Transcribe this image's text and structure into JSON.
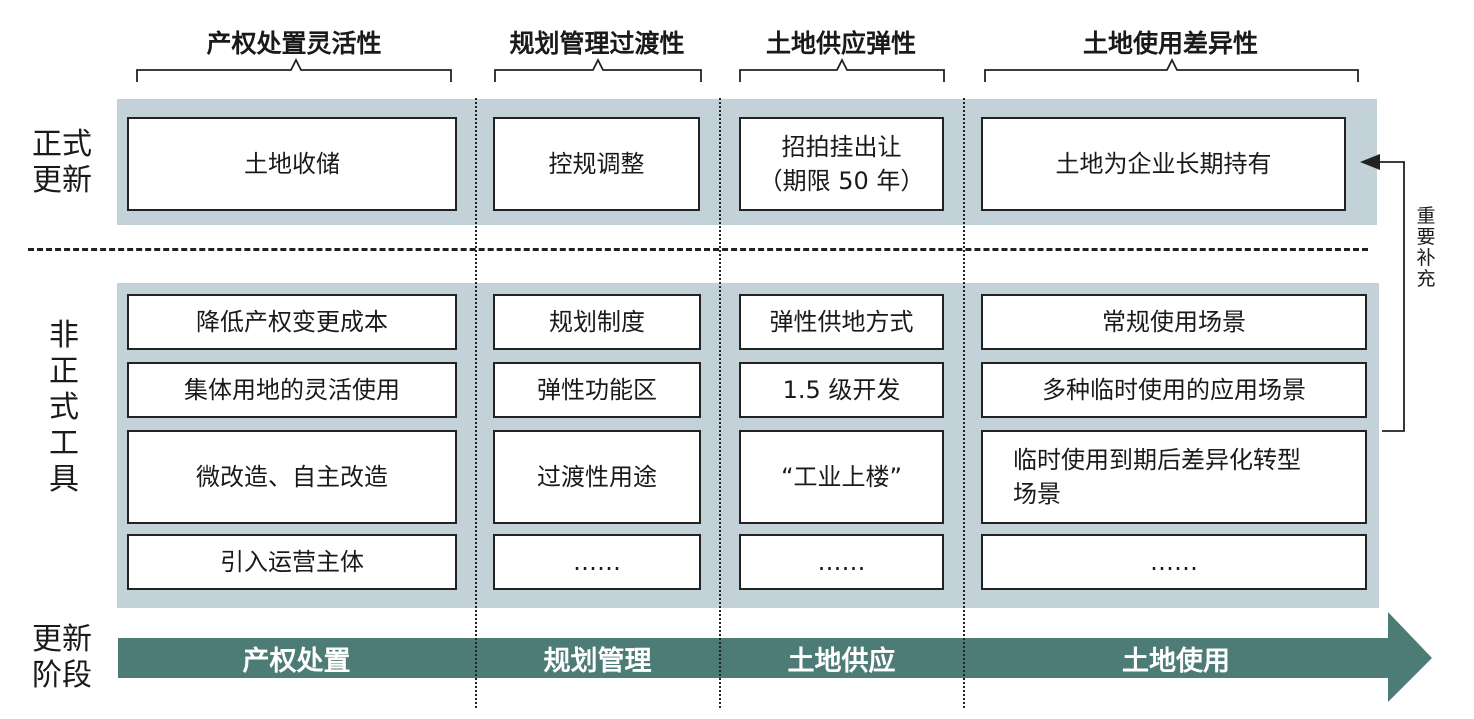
{
  "headers": [
    "产权处置灵活性",
    "规划管理过渡性",
    "土地供应弹性",
    "土地使用差异性"
  ],
  "row_labels": {
    "formal": "正式\n更新",
    "informal": "非\n正\n式\n工\n具",
    "stage": "更新\n阶段"
  },
  "formal": [
    "土地收储",
    "控规调整",
    "招拍挂出让\n（期限 50 年）",
    "土地为企业长期持有"
  ],
  "informal": [
    [
      "降低产权变更成本",
      "集体用地的灵活使用",
      "微改造、自主改造",
      "引入运营主体"
    ],
    [
      "规划制度",
      "弹性功能区",
      "过渡性用途",
      "……"
    ],
    [
      "弹性供地方式",
      "1.5 级开发",
      "“工业上楼”",
      "……"
    ],
    [
      "常规使用场景",
      "多种临时使用的应用场景",
      "临时使用到期后差异化转型\n场景",
      "……"
    ]
  ],
  "stages": [
    "产权处置",
    "规划管理",
    "土地供应",
    "土地使用"
  ],
  "feedback_label": "重要补充",
  "colors": {
    "band": "#c3d2d9",
    "arrow": "#4d7b76"
  }
}
